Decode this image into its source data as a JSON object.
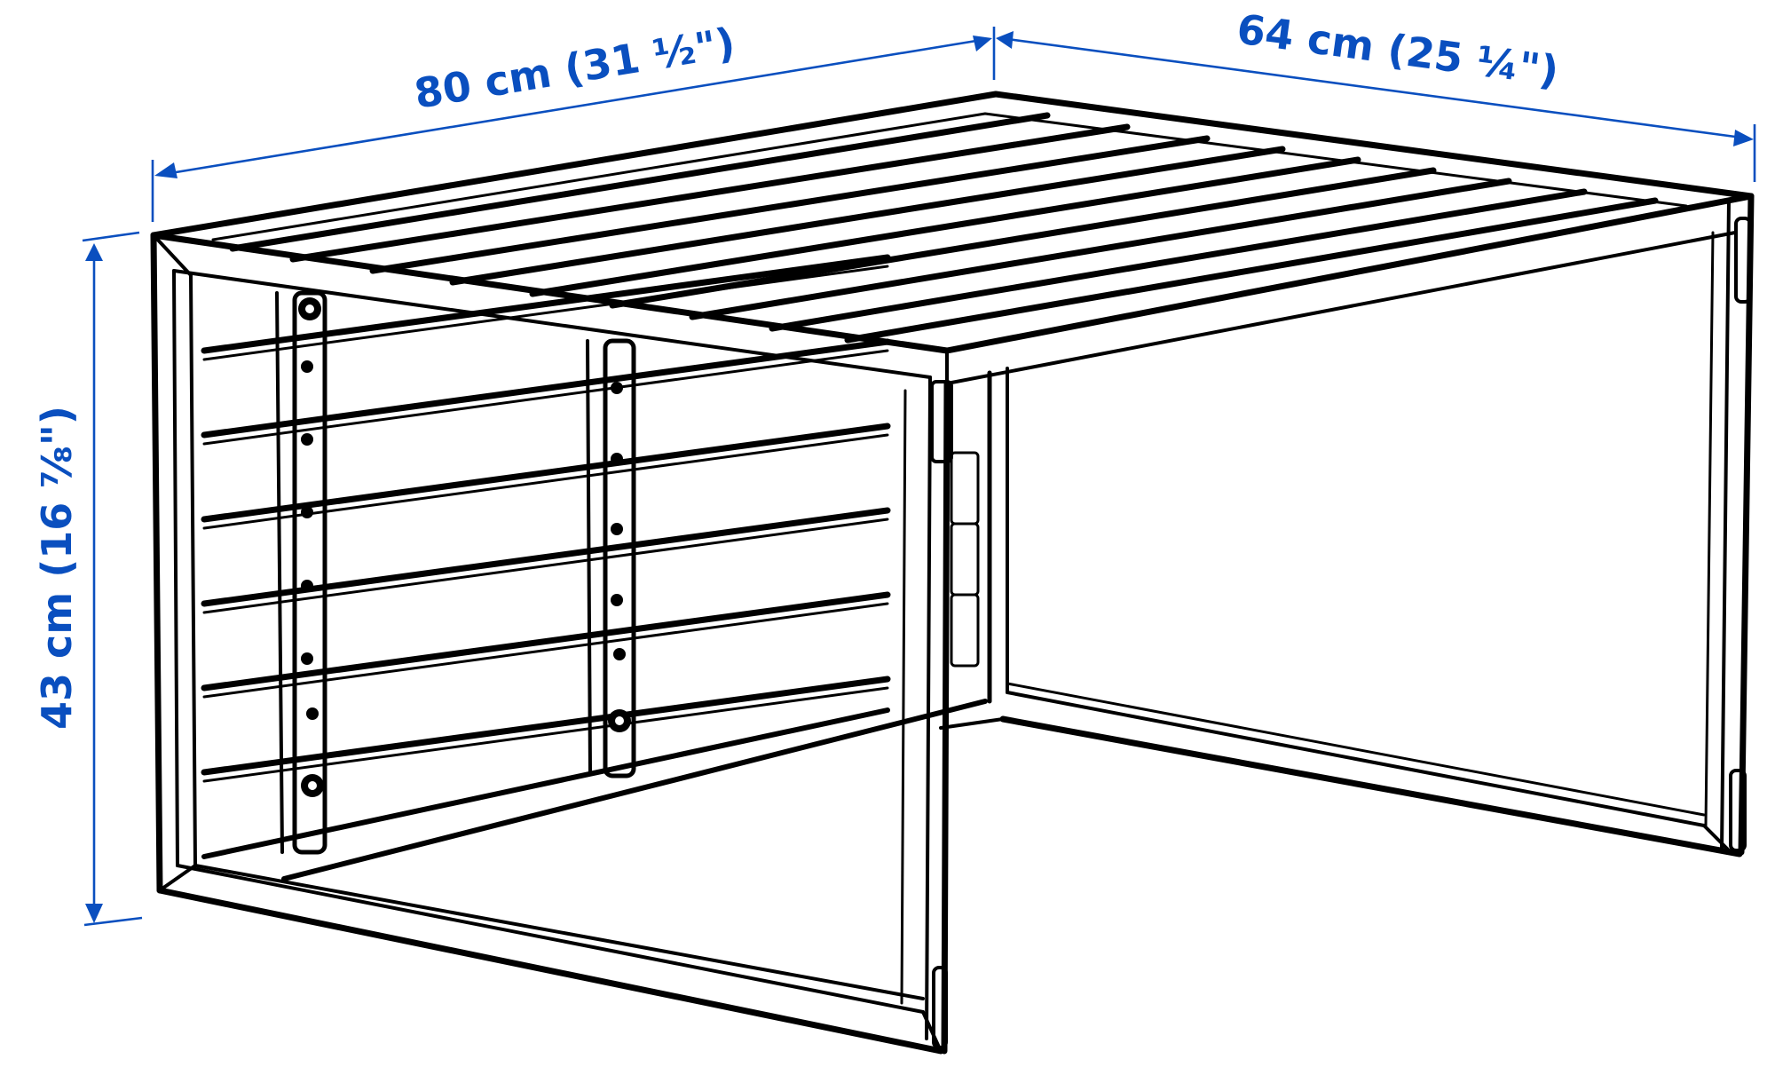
{
  "diagram": {
    "subject": "outdoor table frame with slatted top and side panel",
    "colors": {
      "dimension": "#0a4fbf",
      "line": "#000000",
      "background": "#ffffff"
    },
    "dimensions": {
      "width": {
        "label": "80 cm (31 ½\")",
        "value_cm": 80,
        "value_in": "31 1/2"
      },
      "depth": {
        "label": "64 cm (25 ¼\")",
        "value_cm": 64,
        "value_in": "25 1/4"
      },
      "height": {
        "label": "43 cm (16 ⅞\")",
        "value_cm": 43,
        "value_in": "16 7/8"
      }
    }
  }
}
